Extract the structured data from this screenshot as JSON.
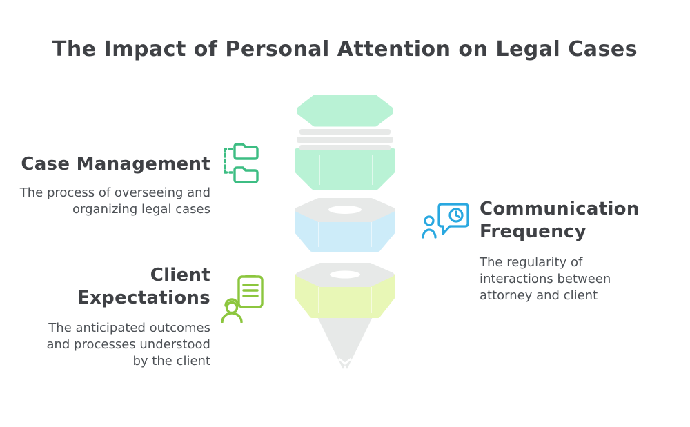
{
  "title": "The Impact of Personal Attention on Legal Cases",
  "items": [
    {
      "id": "case-management",
      "heading": "Case Management",
      "description": "The process of overseeing and organizing legal cases",
      "icon": "folders-icon",
      "accent": "#3dbd83"
    },
    {
      "id": "communication-frequency",
      "heading": "Communication Frequency",
      "description": "The regularity of interactions between attorney and client",
      "icon": "person-chat-clock-icon",
      "accent": "#29a8e0"
    },
    {
      "id": "client-expectations",
      "heading": "Client Expectations",
      "description": "The anticipated outcomes and processes understood by the client",
      "icon": "person-clipboard-icon",
      "accent": "#8cc63e"
    }
  ],
  "funnel": {
    "top": "#b9f2d5",
    "middle": "#cdecf9",
    "bottom": "#e8f7b6",
    "neutral": "#e7e9e8",
    "hole": "#ffffff"
  },
  "text_colors": {
    "heading": "#3f4145",
    "body": "#4d5156"
  }
}
